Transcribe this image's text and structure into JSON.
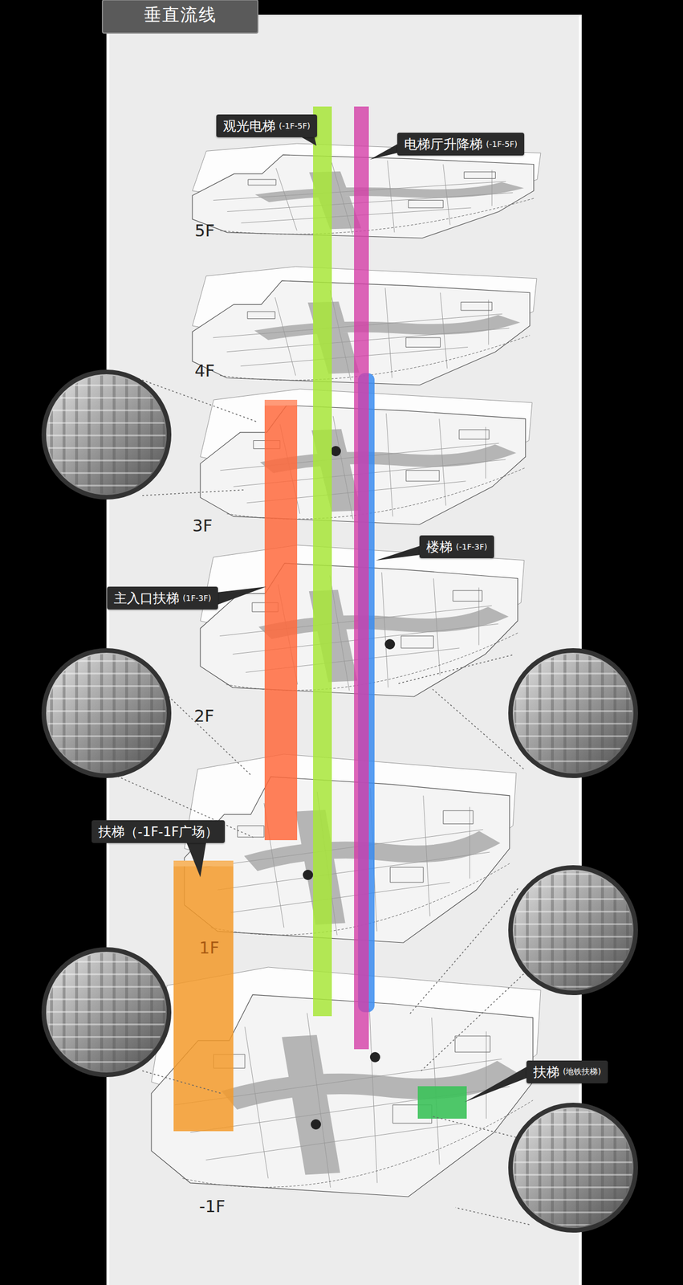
{
  "diagram": {
    "title": "垂直流线",
    "nodes": [
      {
        "text": [
          "观光电梯",
          "(-1F-5F)"
        ]
      },
      {
        "text": [
          "电梯厅升降梯",
          "(-1F-5F)"
        ]
      },
      {
        "text": [
          "楼梯",
          "(-1F-3F)"
        ]
      },
      {
        "text": [
          "主入口扶梯",
          "(1F-3F)"
        ]
      },
      {
        "text": [
          "扶梯（-1F-1F广场）"
        ]
      },
      {
        "text": [
          "扶梯",
          "(地铁扶梯)"
        ]
      }
    ],
    "labels": [
      "5F",
      "4F",
      "3F",
      "2F",
      "1F",
      "-1F"
    ]
  }
}
